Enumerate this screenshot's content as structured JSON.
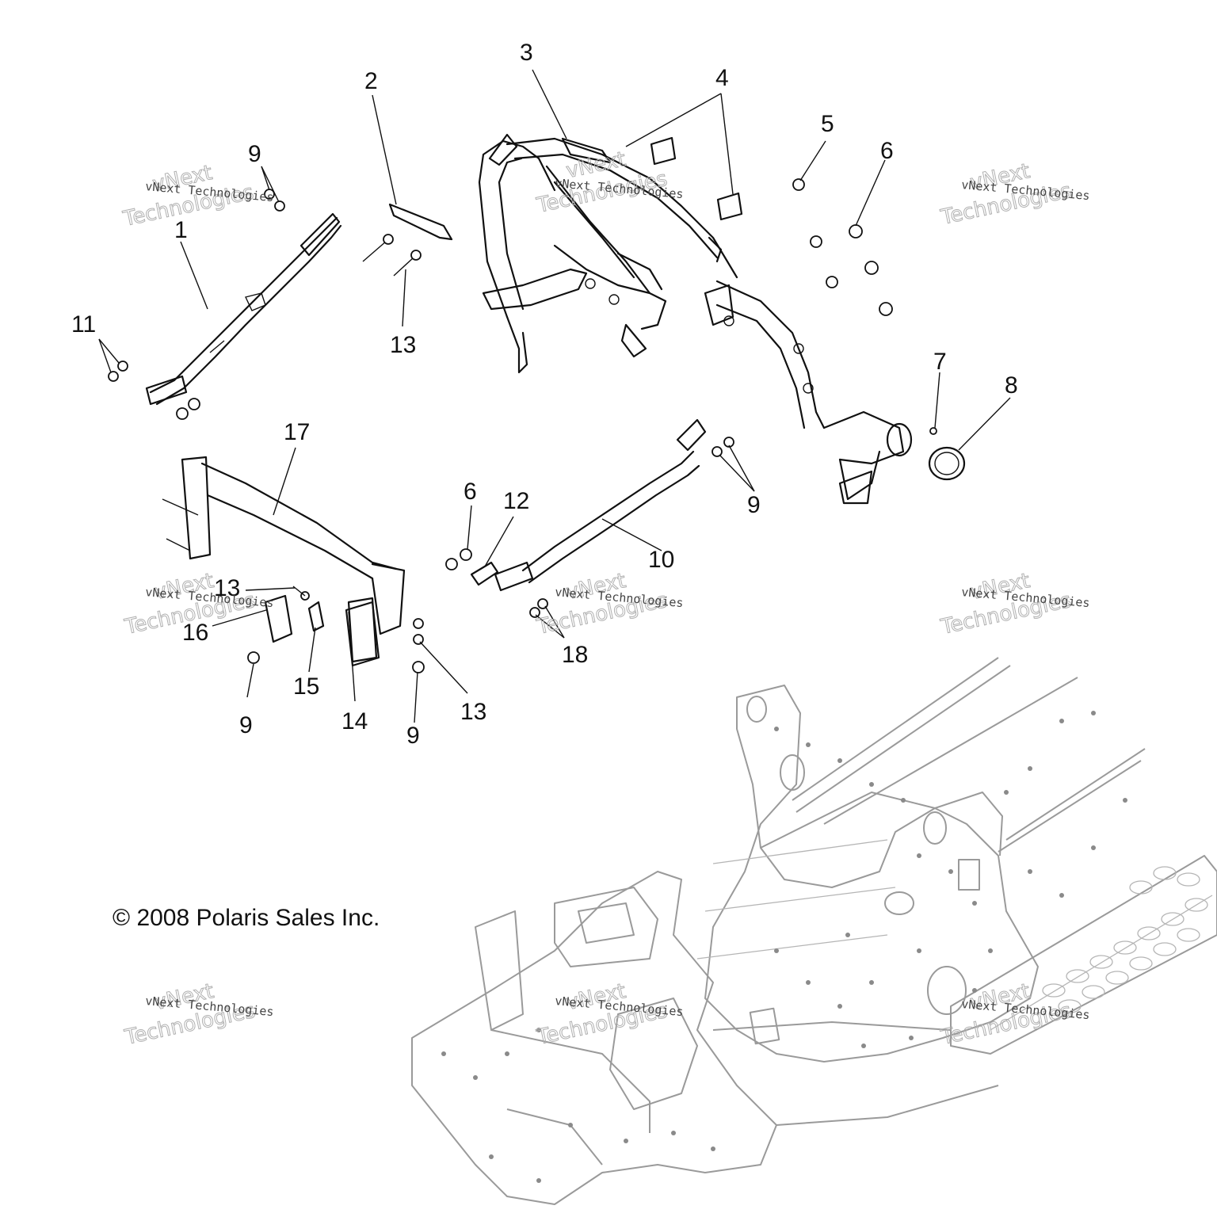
{
  "diagram": {
    "callouts": [
      {
        "id": "1",
        "label": "1"
      },
      {
        "id": "2",
        "label": "2"
      },
      {
        "id": "3",
        "label": "3"
      },
      {
        "id": "4",
        "label": "4"
      },
      {
        "id": "5",
        "label": "5"
      },
      {
        "id": "6a",
        "label": "6"
      },
      {
        "id": "7",
        "label": "7"
      },
      {
        "id": "8",
        "label": "8"
      },
      {
        "id": "9a",
        "label": "9"
      },
      {
        "id": "9b",
        "label": "9"
      },
      {
        "id": "9c",
        "label": "9"
      },
      {
        "id": "9d",
        "label": "9"
      },
      {
        "id": "10",
        "label": "10"
      },
      {
        "id": "11",
        "label": "11"
      },
      {
        "id": "6b",
        "label": "6"
      },
      {
        "id": "12",
        "label": "12"
      },
      {
        "id": "13a",
        "label": "13"
      },
      {
        "id": "13b",
        "label": "13"
      },
      {
        "id": "13c",
        "label": "13"
      },
      {
        "id": "14",
        "label": "14"
      },
      {
        "id": "15",
        "label": "15"
      },
      {
        "id": "16",
        "label": "16"
      },
      {
        "id": "17",
        "label": "17"
      },
      {
        "id": "18",
        "label": "18"
      }
    ],
    "copyright": "© 2008 Polaris Sales Inc.",
    "watermark": {
      "line1": "vNext Technologies",
      "line2": "vNext",
      "line3": "Technologies"
    }
  }
}
